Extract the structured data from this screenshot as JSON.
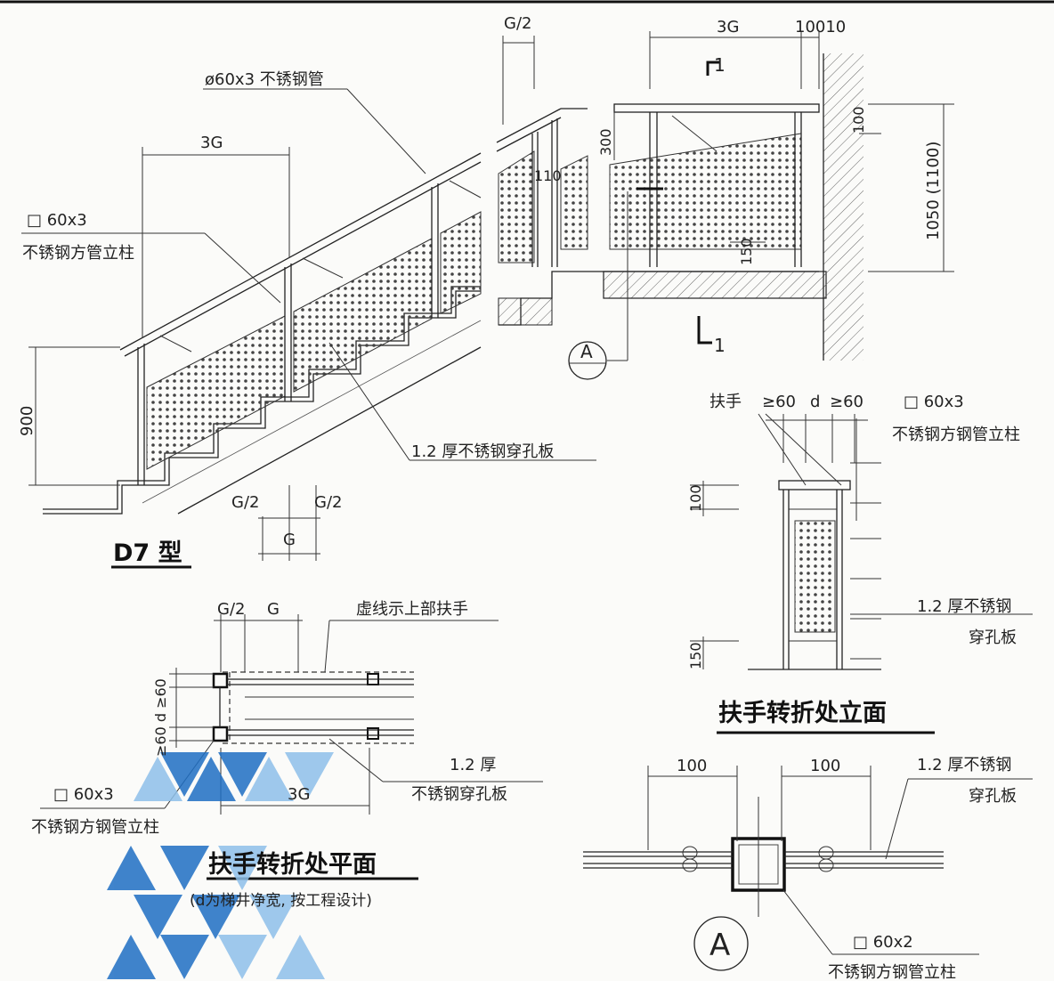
{
  "labels": {
    "handrail_pipe": "ø60x3 不锈钢管",
    "dim_3g_top": "3G",
    "dim_3g_left": "3G",
    "post_spec_left": "□ 60x3",
    "post_name_left": "不锈钢方管立柱",
    "dim_900": "900",
    "perforated_left": "1.2 厚不锈钢穿孔板",
    "dim_g2_a": "G/2",
    "dim_g2_b": "G/2",
    "dim_g": "G",
    "type_title": "D7 型",
    "dim_g2_top": "G/2",
    "dim_3g_right": "3G",
    "dim_10010": "10010",
    "dim_300": "300",
    "dim_110": "110",
    "dim_150_a": "150",
    "dim_100_a": "100",
    "dim_1050": "1050 (1100)",
    "section_mark_1_top": "1",
    "section_mark_1_bottom": "1",
    "detail_a_small": "A",
    "handrail_label": "扶手",
    "dim_ge60_a": "≥60",
    "dim_d": "d",
    "dim_ge60_b": "≥60",
    "post_spec_right": "□ 60x3",
    "post_name_right": "不锈钢方钢管立柱",
    "dim_100_b": "100",
    "dim_150_b": "150",
    "perforated_right_1": "1.2 厚不锈钢",
    "perforated_right_2": "穿孔板",
    "elevation_title": "扶手转折处立面",
    "plan_dim_g2": "G/2",
    "plan_dim_g": "G",
    "dashed_note": "虚线示上部扶手",
    "plan_side_dims": "≥60 d ≥60",
    "plan_perf_1": "1.2 厚",
    "plan_perf_2": "不锈钢穿孔板",
    "plan_post_spec": "□ 60x3",
    "plan_post_name": "不锈钢方钢管立柱",
    "plan_dim_3g": "3G",
    "plan_title": "扶手转折处平面",
    "plan_note": "(d为梯井净宽, 按工程设计)",
    "det_dim_100_a": "100",
    "det_dim_100_b": "100",
    "det_perf_1": "1.2 厚不锈钢",
    "det_perf_2": "穿孔板",
    "det_post_spec": "□ 60x2",
    "det_post_name": "不锈钢方钢管立柱",
    "det_title": "A"
  },
  "colors": {
    "line": "#222222",
    "watermark_dark": "#1f6fc4",
    "watermark_light": "#8ec0ea"
  }
}
